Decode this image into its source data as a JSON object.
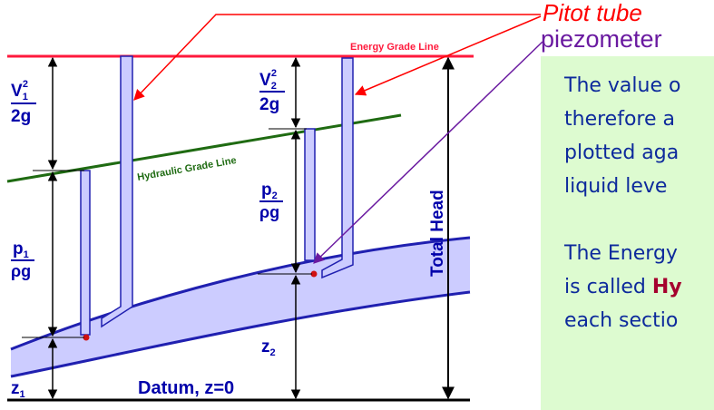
{
  "labels": {
    "energy_grade_line": "Energy Grade Line",
    "hydraulic_grade_line": "Hydraulic Grade Line",
    "total_head": "Total Head",
    "datum": "Datum, z=0",
    "pitot_tube": "Pitot tube",
    "piezometer": "piezometer",
    "v1": "V",
    "v1_sub": "1",
    "v1_sup": "2",
    "g1": "2g",
    "v2": "V",
    "v2_sub": "2",
    "v2_sup": "2",
    "g2": "2g",
    "p1": "p",
    "p1_sub": "1",
    "rho_g1": "ρg",
    "p2": "p",
    "p2_sub": "2",
    "rho_g2": "ρg",
    "z1": "z",
    "z1_sub": "1",
    "z2": "z",
    "z2_sub": "2"
  },
  "note": {
    "line1": "The value o",
    "line2": "therefore a",
    "line3": "plotted aga",
    "line4": "liquid leve",
    "line5": "The Energy",
    "line6_pre": "is called ",
    "line6_bold": "Hy",
    "line7": "each sectio"
  },
  "colors": {
    "energy_line": "#ff1a3c",
    "hydraulic_line": "#1f6b12",
    "pipe_fill": "#ccccff",
    "pipe_edge": "#2020b0",
    "tube_fill": "#ccccff",
    "label_blue": "#0000aa",
    "pitot_arrow": "#ff0000",
    "piezo_arrow": "#6a1aa0",
    "note_bg": "#ddfbd0",
    "note_text": "#0d2a9c",
    "note_bold": "#a5002e"
  }
}
